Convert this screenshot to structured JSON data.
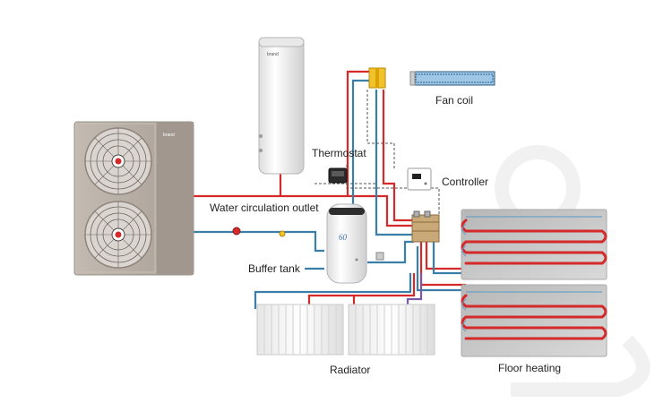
{
  "labels": {
    "fan_coil": "Fan coil",
    "thermostat": "Thermostat",
    "controller": "Controller",
    "water_outlet": "Water circulation outlet",
    "buffer_tank": "Buffer tank",
    "radiator": "Radiator",
    "floor_heating": "Floor heating"
  },
  "icons": {
    "heat_pump": "heat-pump-unit",
    "water_tank": "hot-water-tank",
    "buffer_tank": "buffer-tank",
    "fan_coil": "fan-coil-unit",
    "thermostat": "thermostat-device",
    "controller": "controller-device",
    "manifold": "distribution-manifold",
    "radiator": "radiator-panel",
    "floor_heating": "floor-heating-loop"
  },
  "colors": {
    "supply_pipe": "#d42a2a",
    "return_pipe": "#3a7fa8",
    "unit_body": "#b5aba2",
    "signal_wire": "#555555"
  }
}
